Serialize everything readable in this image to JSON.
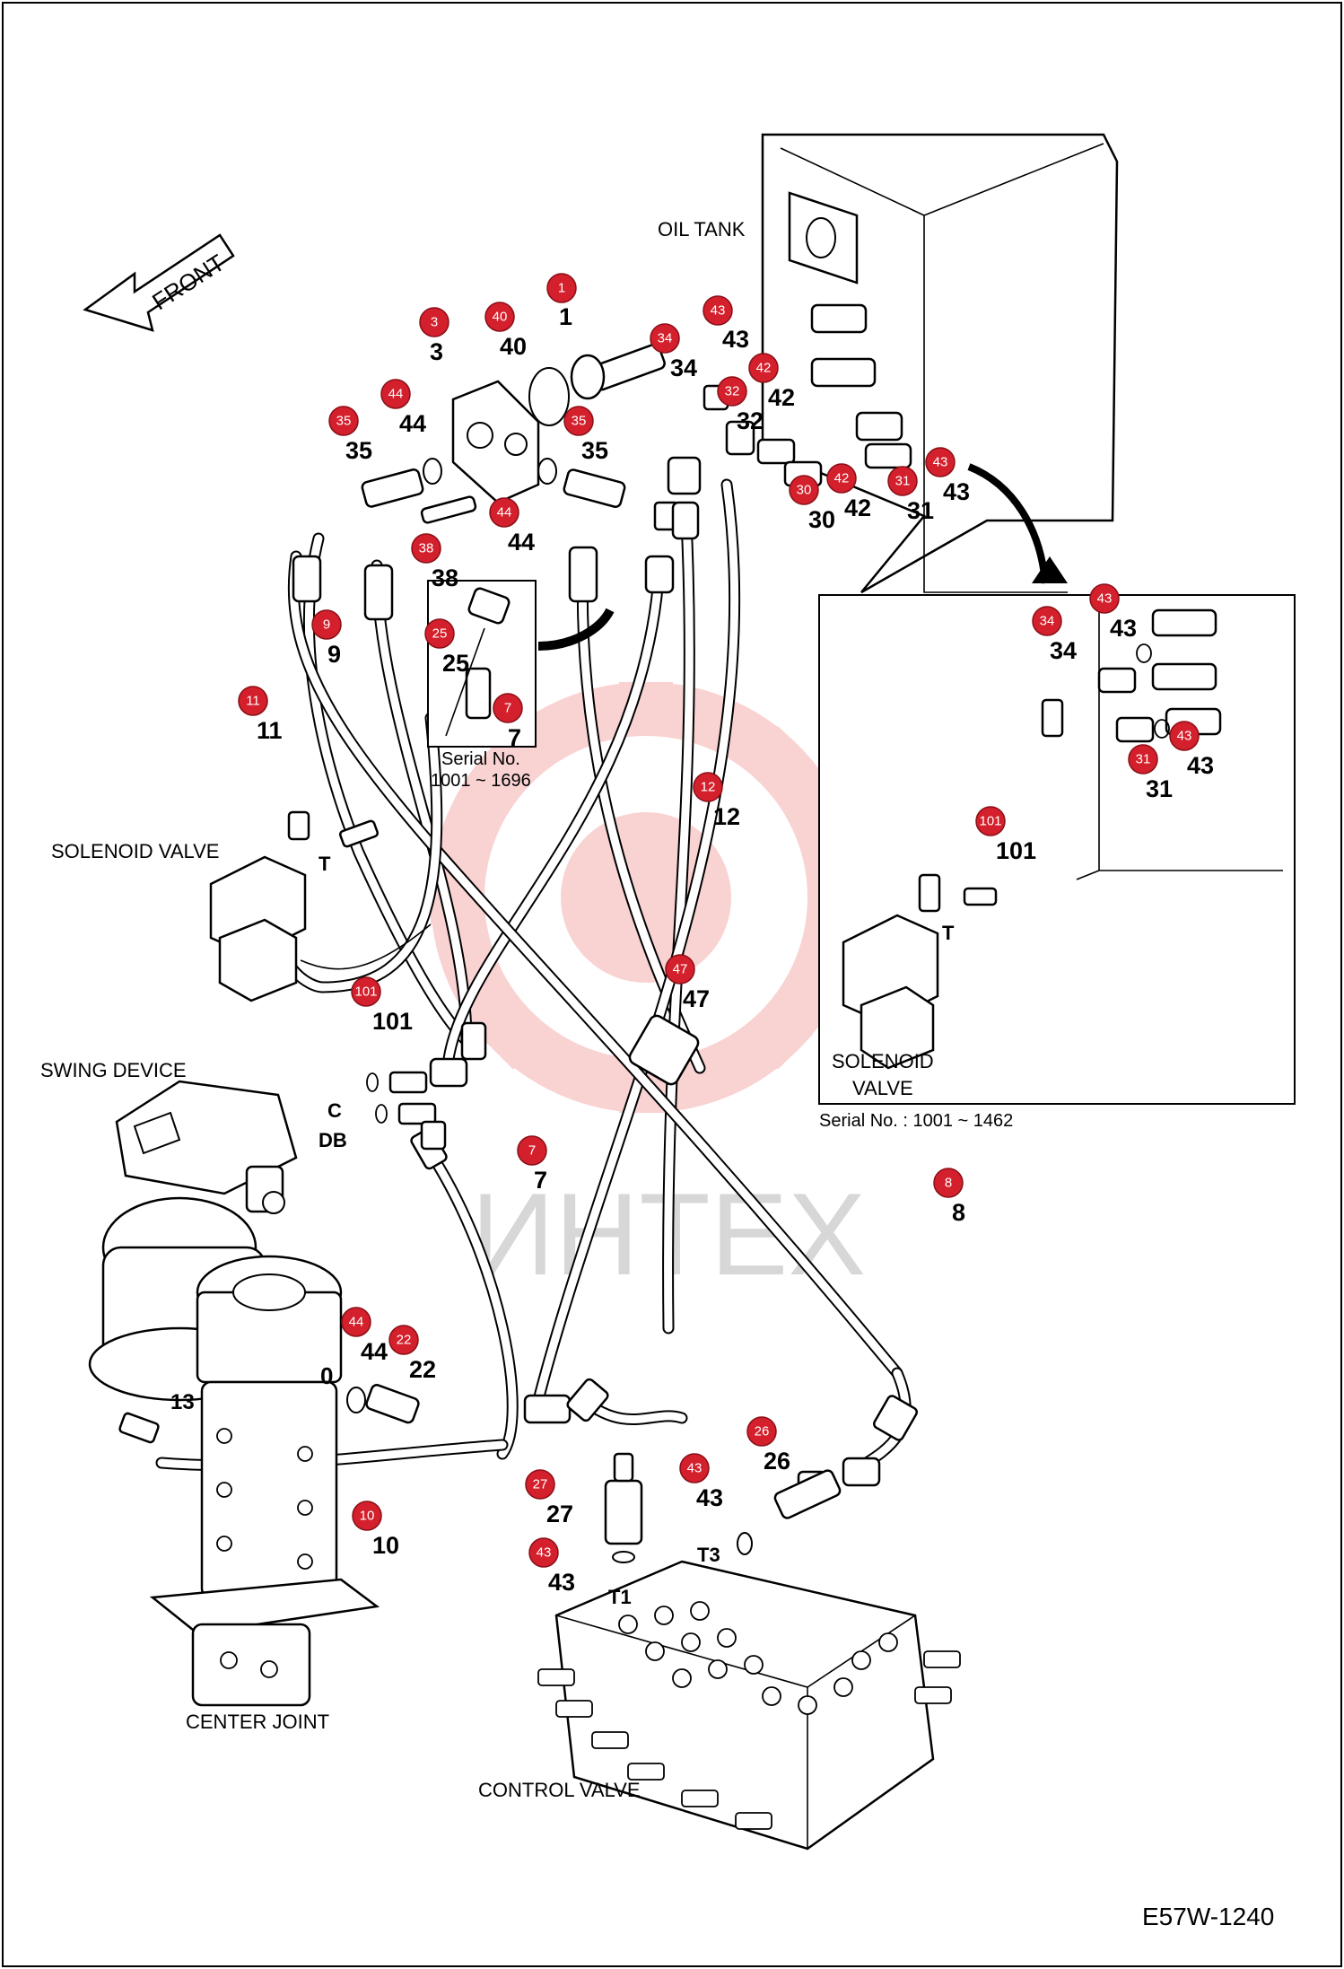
{
  "title": "",
  "drawing_code": "E57W-1240",
  "watermark": "ИНТЕХ",
  "colors": {
    "callout": "#d4202c",
    "callout_border": "#8a0f18",
    "line": "#000000",
    "watermark": "#f4a6a6"
  },
  "labels": {
    "front": "FRONT",
    "oil_tank": "OIL TANK",
    "solenoid_valve": "SOLENOID VALVE",
    "swing_device": "SWING DEVICE",
    "center_joint": "CENTER JOINT",
    "control_valve": "CONTROL VALVE",
    "inset_solenoid_line1": "SOLENOID",
    "inset_solenoid_line2": "VALVE",
    "serial_main_line1": "Serial No.",
    "serial_main_line2": "1001 ~ 1696",
    "serial_inset": "Serial No. : 1001 ~ 1462",
    "port_t": "T",
    "port_t_inset": "T",
    "port_c": "C",
    "port_db": "DB",
    "port_t1": "T1",
    "port_t3": "T3"
  },
  "callouts": [
    {
      "id": "c1",
      "badge": "1",
      "label": "1"
    },
    {
      "id": "c3",
      "badge": "3",
      "label": "3"
    },
    {
      "id": "c40",
      "badge": "40",
      "label": "40"
    },
    {
      "id": "c43a",
      "badge": "43",
      "label": "43"
    },
    {
      "id": "c34a",
      "badge": "34",
      "label": "34"
    },
    {
      "id": "c42a",
      "badge": "42",
      "label": "42"
    },
    {
      "id": "c32",
      "badge": "32",
      "label": "32"
    },
    {
      "id": "c44a",
      "badge": "44",
      "label": "44"
    },
    {
      "id": "c35a",
      "badge": "35",
      "label": "35"
    },
    {
      "id": "c35b",
      "badge": "35",
      "label": "35"
    },
    {
      "id": "c44b",
      "badge": "44",
      "label": "44"
    },
    {
      "id": "c38",
      "badge": "38",
      "label": "38"
    },
    {
      "id": "c30",
      "badge": "30",
      "label": "30"
    },
    {
      "id": "c42b",
      "badge": "42",
      "label": "42"
    },
    {
      "id": "c31a",
      "badge": "31",
      "label": "31"
    },
    {
      "id": "c43b",
      "badge": "43",
      "label": "43"
    },
    {
      "id": "c9",
      "badge": "9",
      "label": "9"
    },
    {
      "id": "c25",
      "badge": "25",
      "label": "25"
    },
    {
      "id": "c7a",
      "badge": "7",
      "label": "7"
    },
    {
      "id": "c11",
      "badge": "11",
      "label": "11"
    },
    {
      "id": "c12",
      "badge": "12",
      "label": "12"
    },
    {
      "id": "c101a",
      "badge": "101",
      "label": "101"
    },
    {
      "id": "c47",
      "badge": "47",
      "label": "47"
    },
    {
      "id": "c7b",
      "badge": "7",
      "label": "7"
    },
    {
      "id": "c8",
      "badge": "8",
      "label": "8"
    },
    {
      "id": "c44c",
      "badge": "44",
      "label": "44"
    },
    {
      "id": "c22",
      "badge": "22",
      "label": "22"
    },
    {
      "id": "c10",
      "badge": "10",
      "label": "10"
    },
    {
      "id": "c27",
      "badge": "27",
      "label": "27"
    },
    {
      "id": "c43c",
      "badge": "43",
      "label": "43"
    },
    {
      "id": "c43d",
      "badge": "43",
      "label": "43"
    },
    {
      "id": "c26",
      "badge": "26",
      "label": "26"
    },
    {
      "id": "c43e",
      "badge": "43",
      "label": "43"
    },
    {
      "id": "c34b",
      "badge": "34",
      "label": "34"
    },
    {
      "id": "c43f",
      "badge": "43",
      "label": "43"
    },
    {
      "id": "c31b",
      "badge": "31",
      "label": "31"
    },
    {
      "id": "c101b",
      "badge": "101",
      "label": "101"
    }
  ],
  "plain_numbers": {
    "n0": "0",
    "n13": "13"
  }
}
